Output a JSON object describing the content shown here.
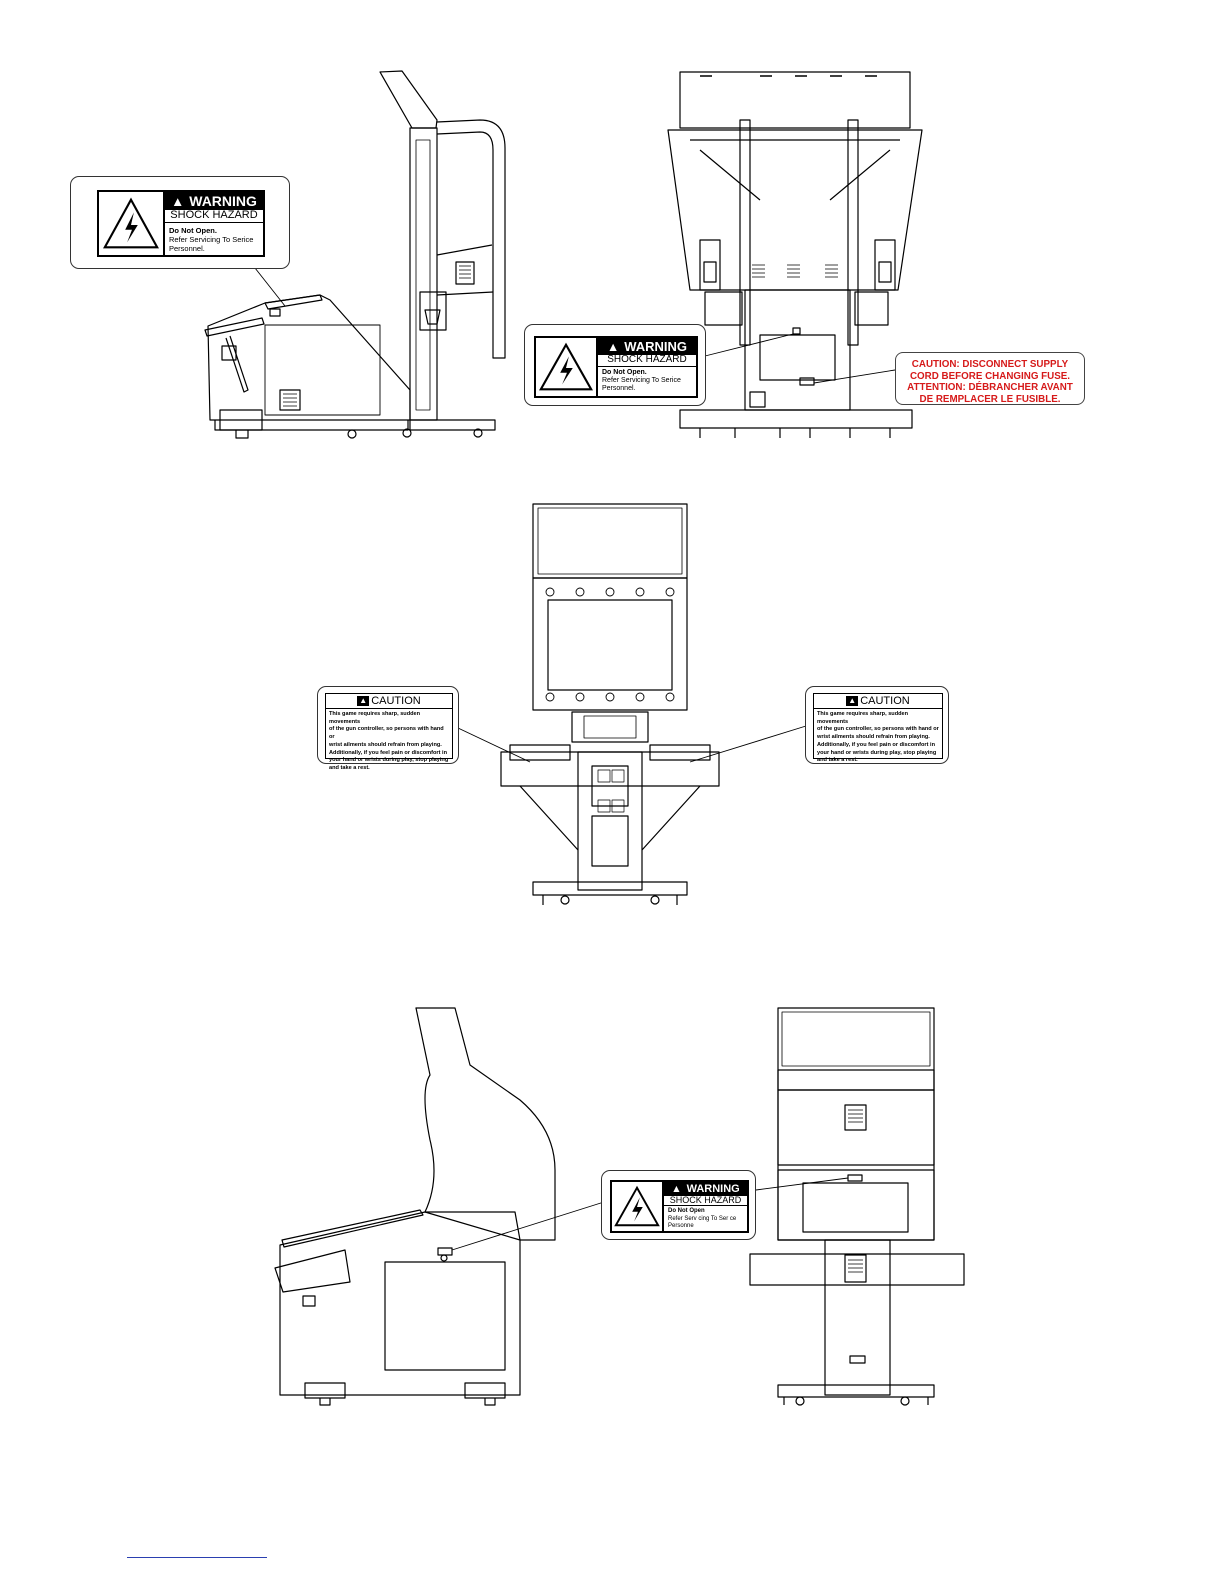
{
  "colors": {
    "line": "#000000",
    "caution_text": "#d61a1a",
    "footer_link": "#2a3fb0"
  },
  "warning_label": {
    "title": "WARNING",
    "subtitle": "SHOCK HAZARD",
    "line1": "Do Not Open.",
    "line2": "Refer Servicing To Serice",
    "line3": "Personnel."
  },
  "warning_label_bottom": {
    "title": "WARNING",
    "subtitle": "SHOCK HAZARD",
    "line1": "Do Not Open",
    "line2": "Refer Serv cing To Ser ce",
    "line3": "Personne"
  },
  "fuse_label": {
    "line1": "CAUTION: DISCONNECT SUPPLY",
    "line2": "CORD BEFORE CHANGING FUSE.",
    "line3": "ATTENTION: DÉBRANCHER AVANT",
    "line4": "DE REMPLACER LE FUSIBLE."
  },
  "caution_label": {
    "title": "CAUTION",
    "body_lines": [
      "This game requires sharp, sudden movements",
      "of the gun controller, so persons with hand or",
      "wrist ailments should refrain from playing.",
      "Additionally, if you feel pain or discomfort in",
      "your hand or wrists during play, stop playing",
      "and take a rest."
    ]
  }
}
